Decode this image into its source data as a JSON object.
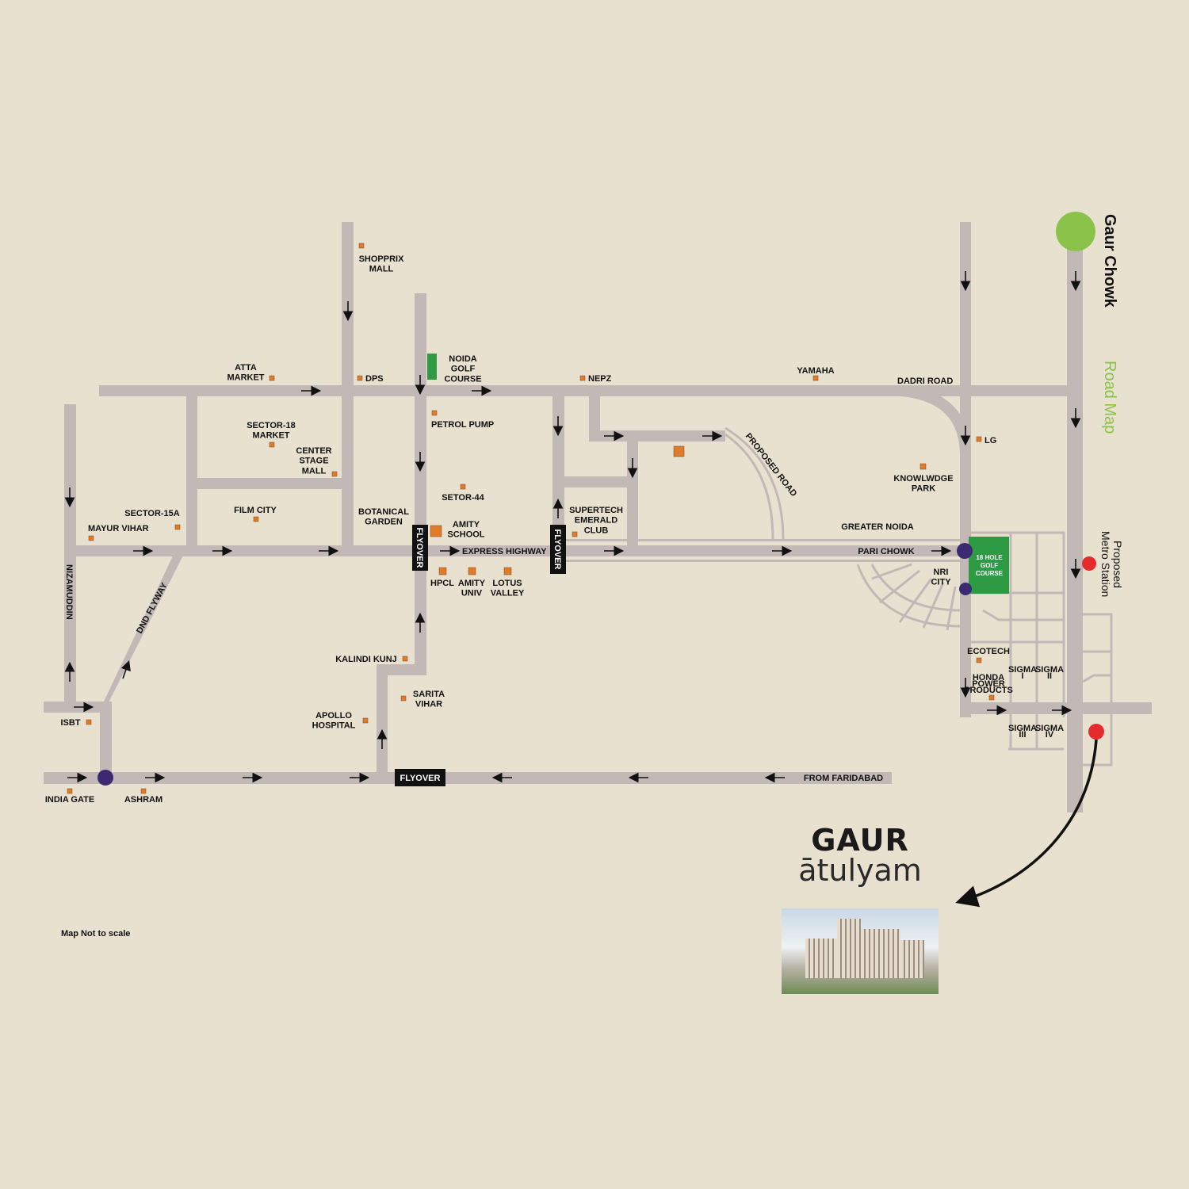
{
  "title": {
    "line1": "Gaur Chowk",
    "line2": "Road Map"
  },
  "brand": {
    "name": "GAUR",
    "project": "ātulyam"
  },
  "note": "Map Not to scale",
  "metro_label": [
    "Proposed",
    "Metro Station"
  ],
  "labels": [
    [
      "SHOPPRIX",
      "MALL"
    ],
    [
      "ATTA",
      "MARKET"
    ],
    [
      "DPS"
    ],
    [
      "NOIDA",
      "GOLF",
      "COURSE"
    ],
    [
      "NEPZ"
    ],
    [
      "YAMAHA"
    ],
    [
      "DADRI ROAD"
    ],
    [
      "SECTOR-18",
      "MARKET"
    ],
    [
      "CENTER",
      "STAGE",
      "MALL"
    ],
    [
      "PETROL PUMP"
    ],
    [
      "LG"
    ],
    [
      "SETOR-44"
    ],
    [
      "KNOWLWDGE",
      "PARK"
    ],
    [
      "SECTOR-15A"
    ],
    [
      "MAYUR VIHAR"
    ],
    [
      "FILM CITY"
    ],
    [
      "BOTANICAL",
      "GARDEN"
    ],
    [
      "AMITY",
      "SCHOOL"
    ],
    [
      "SUPERTECH",
      "EMERALD",
      "CLUB"
    ],
    [
      "GREATER NOIDA"
    ],
    [
      "EXPRESS HIGHWAY"
    ],
    [
      "PARI CHOWK"
    ],
    [
      "HPCL"
    ],
    [
      "AMITY",
      "UNIV"
    ],
    [
      "LOTUS",
      "VALLEY"
    ],
    [
      "NRI",
      "CITY"
    ],
    [
      "KALINDI KUNJ"
    ],
    [
      "SARITA",
      "VIHAR"
    ],
    [
      "APOLLO",
      "HOSPITAL"
    ],
    [
      "ISBT"
    ],
    [
      "INDIA GATE"
    ],
    [
      "ASHRAM"
    ],
    [
      "FROM FARIDABAD"
    ],
    [
      "ECOTECH"
    ],
    [
      "HONDA",
      "POWER",
      "PRODUCTS"
    ],
    [
      "SIGMA",
      "I"
    ],
    [
      "SIGMA",
      "II"
    ],
    [
      "SIGMA",
      "III"
    ],
    [
      "SIGMA",
      "IV"
    ]
  ],
  "rotated_labels": [
    "NIZAMUDDIN",
    "DND FLYWAY",
    "PROPOSED ROAD"
  ],
  "flyovers": [
    "FLYOVER",
    "FLYOVER",
    "FLYOVER"
  ],
  "golf_course": [
    "18 HOLE",
    "GOLF",
    "COURSE"
  ],
  "colors": {
    "bg": "#e8e1cf",
    "road": "#c2b9b7",
    "poi": "#e07b2a",
    "green": "#2e9b44",
    "lime": "#8bc34a",
    "junction": "#3b2a72",
    "site": "#e52b2b"
  }
}
